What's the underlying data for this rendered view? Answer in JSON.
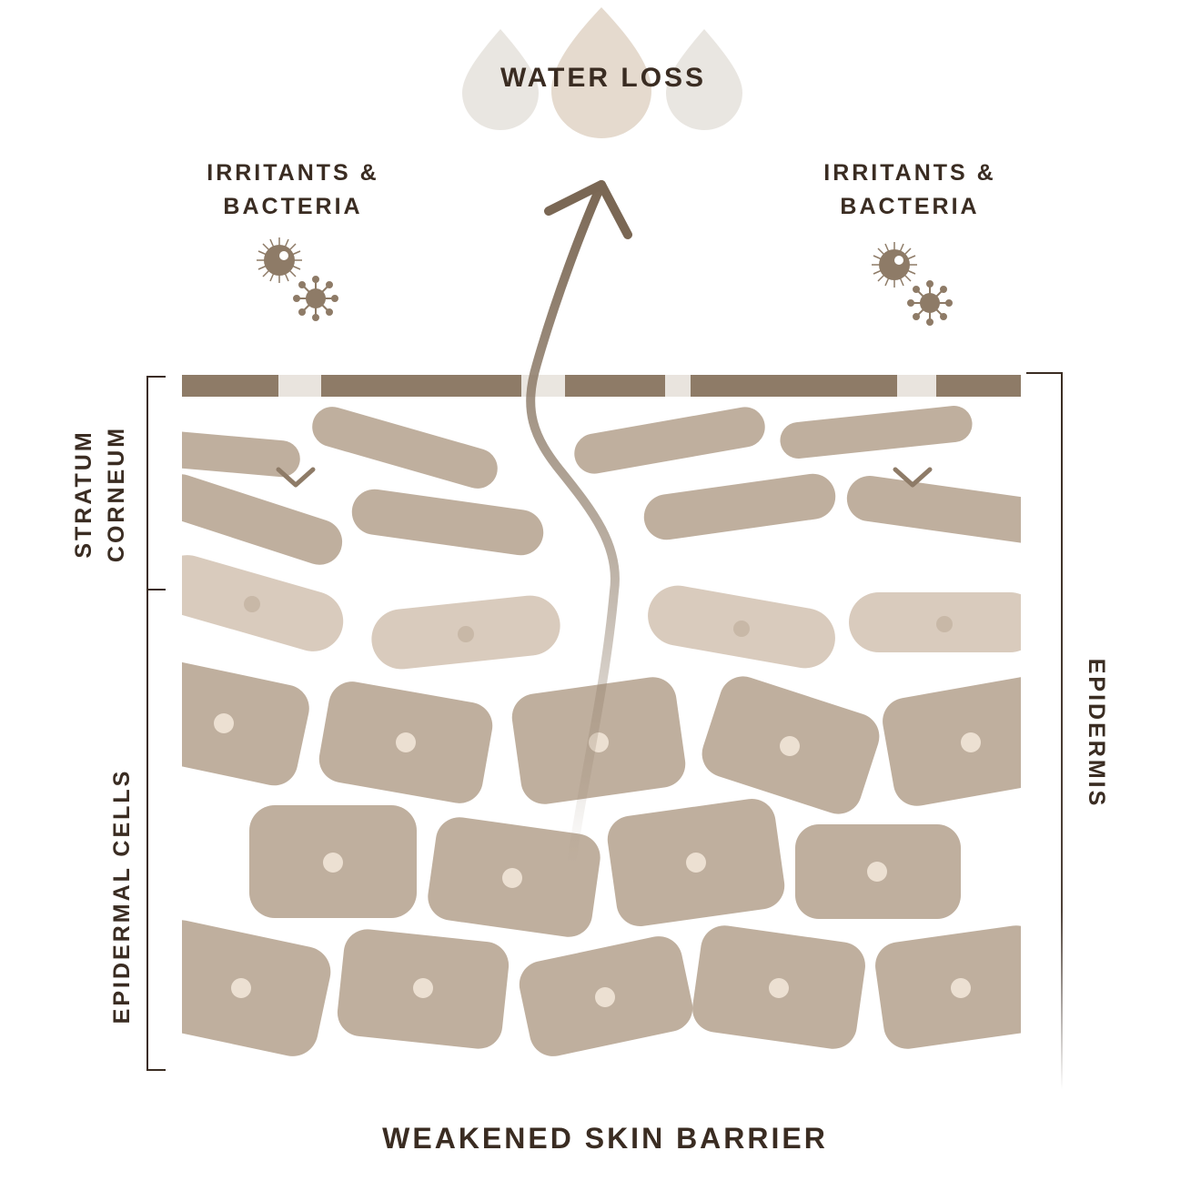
{
  "title": "WATER LOSS",
  "irritants_left": {
    "line1": "IRRITANTS &",
    "line2": "BACTERIA"
  },
  "irritants_right": {
    "line1": "IRRITANTS &",
    "line2": "BACTERIA"
  },
  "layers": {
    "stratum_corneum": {
      "line1": "STRATUM",
      "line2": "CORNEUM"
    },
    "epidermal_cells": "EPIDERMAL CELLS",
    "epidermis": "EPIDERMIS"
  },
  "caption": "WEAKENED SKIN BARRIER",
  "colors": {
    "text": "#3a2c22",
    "dark": "#8e7b67",
    "cell": "#bfaf9e",
    "light_cell": "#d9cbbd",
    "nucleus": "#ece0d2",
    "drop": "#e5dace",
    "drop_side": "#e9e6e1"
  }
}
